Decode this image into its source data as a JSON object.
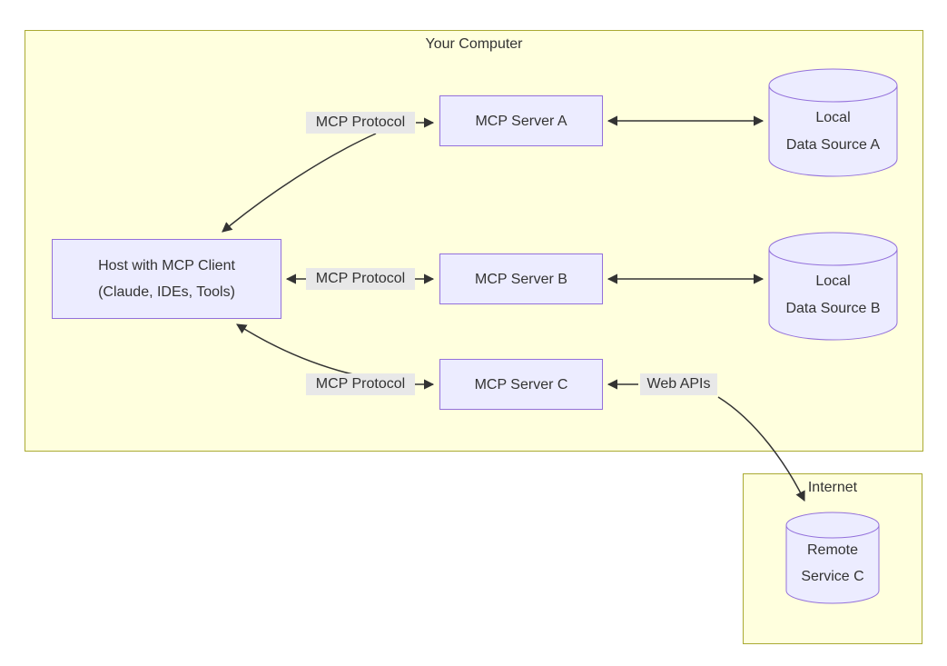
{
  "diagram": {
    "type": "flowchart",
    "clusters": {
      "your_computer": {
        "label": "Your Computer"
      },
      "internet": {
        "label": "Internet"
      }
    },
    "nodes": {
      "host": {
        "line1": "Host with MCP Client",
        "line2": "(Claude, IDEs, Tools)"
      },
      "server_a": {
        "label": "MCP Server A"
      },
      "server_b": {
        "label": "MCP Server B"
      },
      "server_c": {
        "label": "MCP Server C"
      },
      "data_source_a": {
        "line1": "Local",
        "line2": "Data Source A"
      },
      "data_source_b": {
        "line1": "Local",
        "line2": "Data Source B"
      },
      "remote_service_c": {
        "line1": "Remote",
        "line2": "Service C"
      }
    },
    "edge_labels": {
      "mcp_protocol_a": "MCP Protocol",
      "mcp_protocol_b": "MCP Protocol",
      "mcp_protocol_c": "MCP Protocol",
      "web_apis": "Web APIs"
    },
    "edges": [
      {
        "from": "host",
        "to": "server_a",
        "label": "MCP Protocol",
        "bidirectional": true
      },
      {
        "from": "host",
        "to": "server_b",
        "label": "MCP Protocol",
        "bidirectional": true
      },
      {
        "from": "host",
        "to": "server_c",
        "label": "MCP Protocol",
        "bidirectional": true
      },
      {
        "from": "server_a",
        "to": "data_source_a",
        "bidirectional": true
      },
      {
        "from": "server_b",
        "to": "data_source_b",
        "bidirectional": true
      },
      {
        "from": "server_c",
        "to": "remote_service_c",
        "label": "Web APIs",
        "bidirectional": true
      }
    ],
    "colors": {
      "cluster_fill": "#ffffde",
      "cluster_stroke": "#aaaa33",
      "node_fill": "#ECECFF",
      "node_stroke": "#9370DB",
      "edge_label_bg": "#e8e8e8",
      "line": "#333333",
      "text": "#333333"
    }
  }
}
